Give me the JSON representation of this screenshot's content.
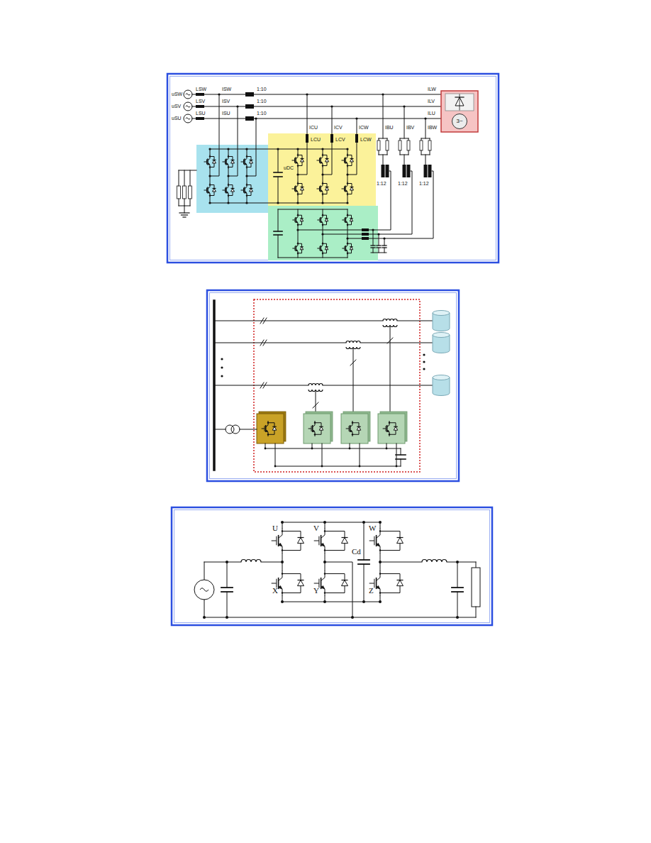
{
  "diagram": {
    "nodes": [
      {
        "text": [
          "3~"
        ]
      }
    ],
    "labels": [
      "uSW",
      "uSV",
      "uSU",
      "LSW",
      "LSV",
      "LSU",
      "ISW",
      "ISV",
      "ISU",
      "1:10",
      "1:10",
      "1:10",
      "ICU",
      "ICV",
      "ICW",
      "LCU",
      "LCV",
      "LCW",
      "uDC",
      "IBU",
      "IBV",
      "IBW",
      "ILW",
      "ILV",
      "ILU",
      "1:12",
      "1:12",
      "1:12",
      "U",
      "V",
      "W",
      "Cd",
      "X",
      "Y",
      "Z"
    ]
  }
}
